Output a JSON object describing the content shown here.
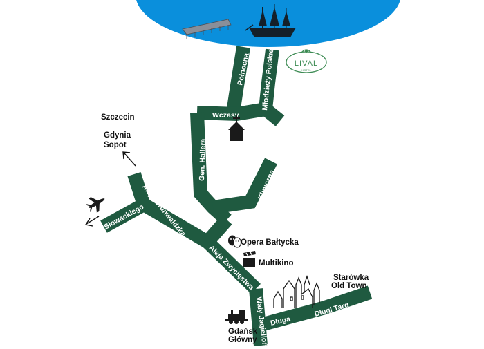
{
  "colors": {
    "sea": "#0a8fdc",
    "road": "#1f5a40",
    "road_label": "#ffffff",
    "logo": "#3b8a52",
    "icons": "#1a1a1a",
    "background": "#ffffff"
  },
  "logo": {
    "name": "LIVAL",
    "subtitle": "HOTEL"
  },
  "streets": [
    {
      "id": "polnocna",
      "label": "Północna"
    },
    {
      "id": "mlodziezy",
      "label": "Młodzieży Polskiej"
    },
    {
      "id": "wczasy",
      "label": "Wczasy"
    },
    {
      "id": "hallera",
      "label": "Gen. Hallera"
    },
    {
      "id": "kliniczna",
      "label": "Kliniczna"
    },
    {
      "id": "slowackiego",
      "label": "Słowackiego"
    },
    {
      "id": "grunwaldzka",
      "label": "Aleja Grunwaldzka"
    },
    {
      "id": "zwyciestwa",
      "label": "Aleja Zwycięstwa"
    },
    {
      "id": "waly",
      "label": "Wały Jagiellońskie"
    },
    {
      "id": "dluga",
      "label": "Długa"
    },
    {
      "id": "dlugi_targ",
      "label": "Długi Targ"
    }
  ],
  "directions": {
    "line1": "Szczecin",
    "line2": "Gdynia",
    "line3": "Sopot"
  },
  "places": {
    "opera": "Opera Bałtycka",
    "cinema": "Multikino",
    "oldtown_pl": "Starówka",
    "oldtown_en": "Old Town",
    "station_line1": "Gdańsk",
    "station_line2": "Główny"
  },
  "icons": [
    "sea-area",
    "pier-icon",
    "sailing-ship-icon",
    "church-icon",
    "airplane-icon",
    "theater-masks-icon",
    "clapperboard-icon",
    "old-town-skyline-icon",
    "steam-locomotive-icon"
  ]
}
